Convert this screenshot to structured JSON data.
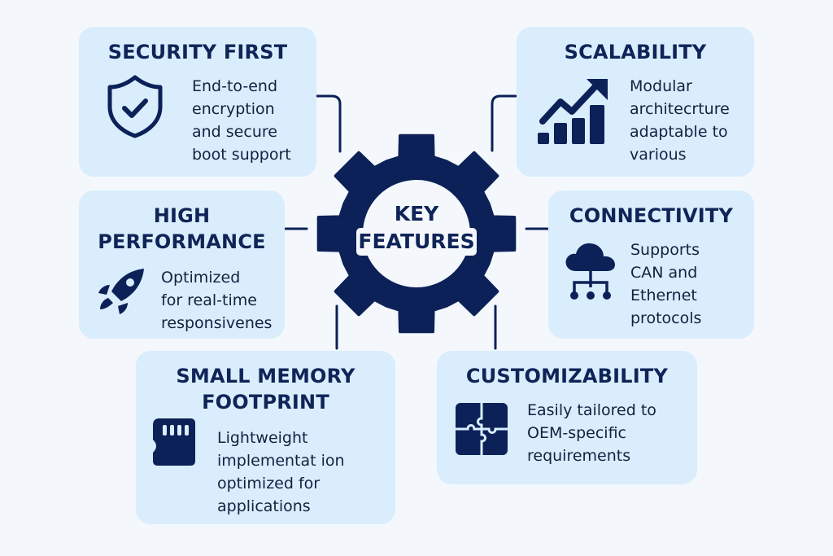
{
  "center": {
    "line1": "KEY",
    "line2": "FEATURES"
  },
  "colors": {
    "navy": "#0c2157",
    "card_bg": "#d9edfc",
    "page_bg": "#f4f8fd"
  },
  "features": [
    {
      "title": "SECURITY FIRST",
      "icon": "shield-check-icon",
      "description": "End-to-end\nencryption\nand secure\nboot support"
    },
    {
      "title": "SCALABILITY",
      "icon": "growth-chart-icon",
      "description": "Modular\narchitecrture\nadaptable to\nvarious"
    },
    {
      "title_line1": "HIGH",
      "title_line2": "PERFORMANCE",
      "icon": "rocket-icon",
      "description": "Optimized\nfor real-time\nresponsivenes"
    },
    {
      "title": "CONNECTIVITY",
      "icon": "cloud-network-icon",
      "description": "Supports\nCAN and\nEthernet\nprotocols"
    },
    {
      "title_line1": "SMALL MEMORY",
      "title_line2": "FOOTPRINT",
      "icon": "memory-card-icon",
      "description": "Lightweight\nimplementat ion\noptimized for\napplications"
    },
    {
      "title": "CUSTOMIZABILITY",
      "icon": "puzzle-icon",
      "description": "Easily tailored to\nOEM-specific\nrequirements"
    }
  ]
}
